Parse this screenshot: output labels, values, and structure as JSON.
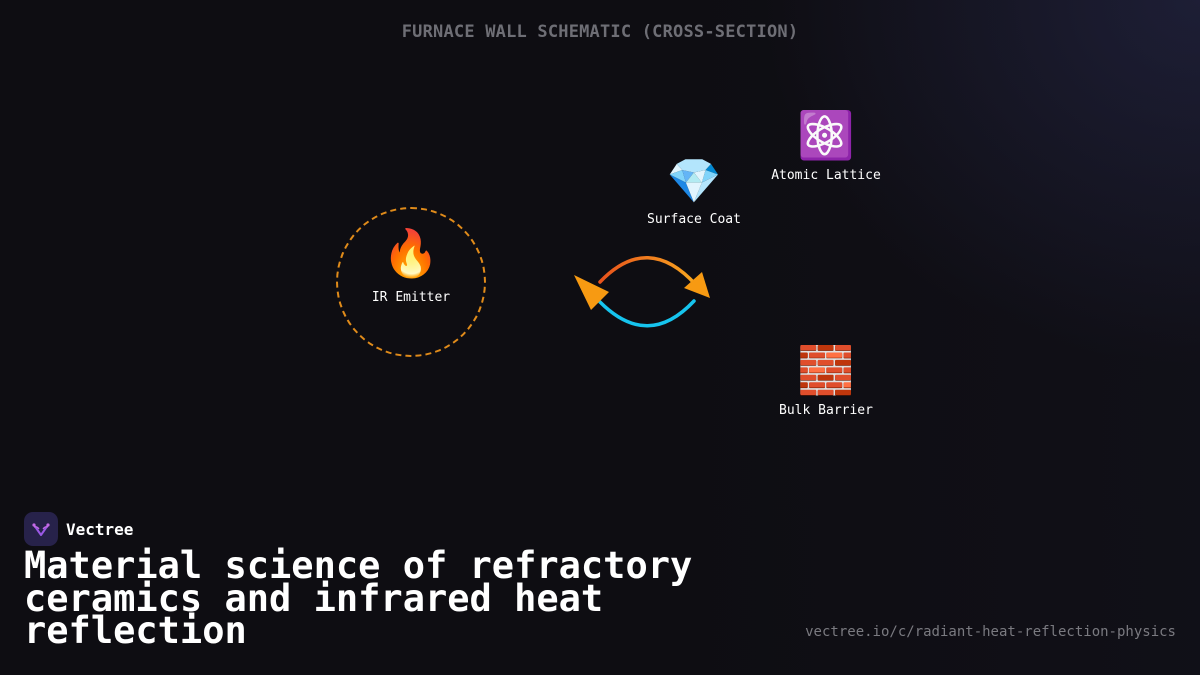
{
  "diagram": {
    "title": "FURNACE WALL SCHEMATIC (CROSS-SECTION)",
    "nodes": {
      "ir_emitter": {
        "label": "IR Emitter",
        "icon": "fire-icon",
        "glyph": "🔥"
      },
      "surface_coat": {
        "label": "Surface Coat",
        "icon": "gem-icon",
        "glyph": "💎"
      },
      "atomic_lattice": {
        "label": "Atomic Lattice",
        "icon": "atom-icon",
        "glyph": "⚛️"
      },
      "bulk_barrier": {
        "label": "Bulk Barrier",
        "icon": "brick-icon",
        "glyph": "🧱"
      }
    },
    "colors": {
      "emitter_ring": "#e08b1a",
      "arrow_head": "#f79a12",
      "arrow_top_start": "#e8521c",
      "arrow_top_end": "#f8a820",
      "arrow_bottom": "#16c4ee"
    }
  },
  "brand": {
    "name": "Vectree",
    "logo_icon": "vectree-logo-icon"
  },
  "headline": "Material science of refractory ceramics and infrared heat reflection",
  "source_url": "vectree.io/c/radiant-heat-reflection-physics"
}
